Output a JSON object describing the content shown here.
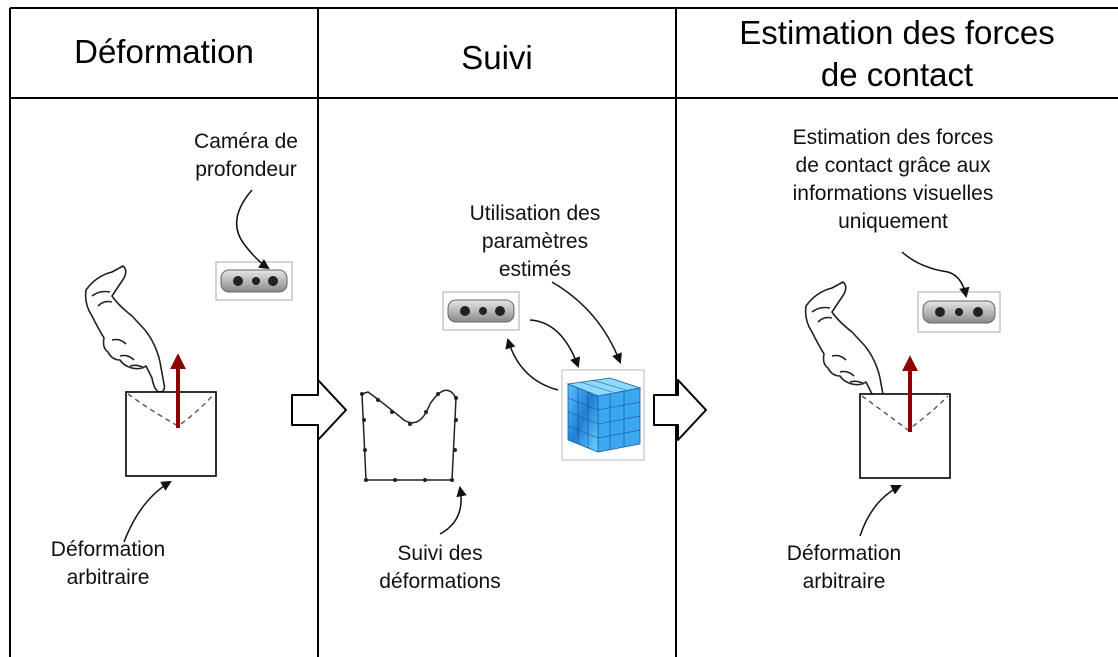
{
  "headers": {
    "deformation": "Déformation",
    "suivi": "Suivi",
    "estimation_line1": "Estimation des forces",
    "estimation_line2": "de contact"
  },
  "panel1": {
    "camera_label_line1": "Caméra de",
    "camera_label_line2": "profondeur",
    "deformation_label_line1": "Déformation",
    "deformation_label_line2": "arbitraire"
  },
  "panel2": {
    "params_label_line1": "Utilisation des",
    "params_label_line2": "paramètres",
    "params_label_line3": "estimés",
    "tracking_label_line1": "Suivi des",
    "tracking_label_line2": "déformations"
  },
  "panel3": {
    "estimation_label_line1": "Estimation des forces",
    "estimation_label_line2": "de contact grâce aux",
    "estimation_label_line3": "informations visuelles",
    "estimation_label_line4": "uniquement",
    "deformation_label_line1": "Déformation",
    "deformation_label_line2": "arbitraire"
  },
  "colors": {
    "force_arrow": "#8b0000",
    "mesh_blue": "#2a8fe0",
    "frame": "#000000"
  },
  "icons": [
    "hand-icon",
    "depth-camera-icon",
    "force-arrow-icon",
    "process-arrow-icon",
    "fem-mesh-icon"
  ]
}
